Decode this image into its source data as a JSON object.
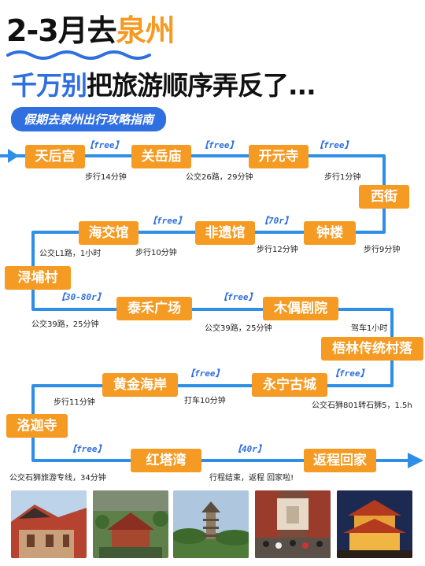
{
  "header": {
    "title_prefix": "2-3月去",
    "title_highlight": "泉州",
    "subtitle_highlight": "千万别",
    "subtitle_rest": "把旅游顺序弄反了...",
    "guide_label": "假期去泉州出行攻略指南"
  },
  "colors": {
    "accent_orange": "#f59a22",
    "accent_blue": "#2f6fe0",
    "route_blue": "#2f8fe6"
  },
  "stops": [
    {
      "name": "天后宫"
    },
    {
      "name": "关岳庙"
    },
    {
      "name": "开元寺"
    },
    {
      "name": "西街"
    },
    {
      "name": "钟楼"
    },
    {
      "name": "非遗馆"
    },
    {
      "name": "海交馆"
    },
    {
      "name": "浔埔村"
    },
    {
      "name": "泰禾广场"
    },
    {
      "name": "木偶剧院"
    },
    {
      "name": "梧林传统村落"
    },
    {
      "name": "永宁古城"
    },
    {
      "name": "黄金海岸"
    },
    {
      "name": "洛迦寺"
    },
    {
      "name": "红塔湾"
    },
    {
      "name": "返程回家"
    }
  ],
  "tags": [
    "【free】",
    "【free】",
    "【free】",
    "【free】",
    "【70r】",
    "【30-80r】",
    "【free】",
    "【free】",
    "【free】",
    "【free】",
    "【40r】"
  ],
  "captions": [
    "步行14分钟",
    "公交26路，29分钟",
    "步行1分钟",
    "步行9分钟",
    "步行12分钟",
    "步行10分钟",
    "公交L1路，1小时",
    "公交39路，25分钟",
    "公交39路，25分钟",
    "驾车1小时",
    "公交石狮801转石狮5，1.5h",
    "打车10分钟",
    "步行11分钟",
    "公交石狮旅游专线，34分钟",
    "行程结束，返程 回家啦!"
  ],
  "photos": [
    "red-house-photo",
    "temple-aerial-photo",
    "pagoda-photo",
    "street-crowd-photo",
    "night-tower-photo"
  ]
}
